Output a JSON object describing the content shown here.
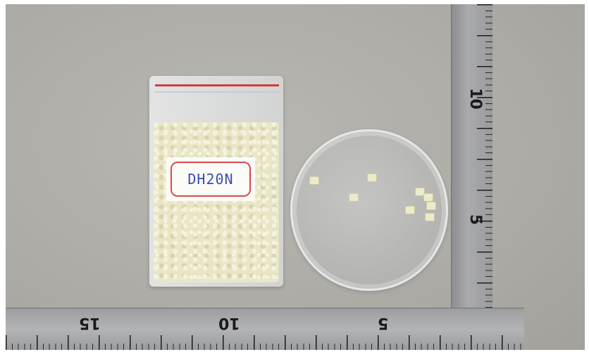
{
  "photo": {
    "bag_label_text": "DH20N",
    "ruler_vertical_numbers": [
      "10",
      "5"
    ],
    "ruler_horizontal_numbers": [
      "15",
      "10",
      "5"
    ],
    "colors": {
      "background": "#aeaca6",
      "ruler": "#a9aaac",
      "zip_stripe": "#d63b3b",
      "label_frame": "#d94a4a",
      "label_ink": "#3a4fa8",
      "pellet": "#e9e6c6"
    }
  }
}
